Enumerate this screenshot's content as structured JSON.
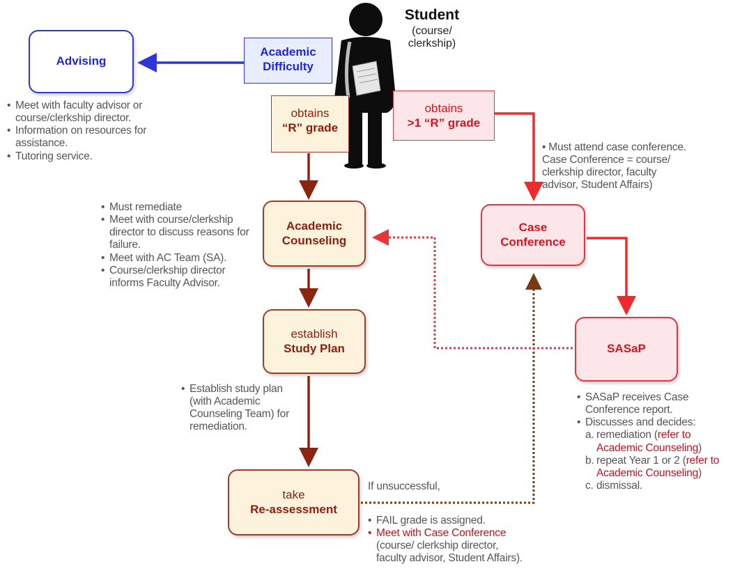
{
  "student": {
    "title": "Student",
    "subtitle_line1": "(course/",
    "subtitle_line2": "clerkship)"
  },
  "advising": {
    "label": "Advising",
    "notes": [
      "Meet with faculty advisor or course/clerkship director.",
      "Information on resources for assistance.",
      "Tutoring service."
    ]
  },
  "academic_difficulty": {
    "line1": "Academic",
    "line2": "Difficulty"
  },
  "r_grade": {
    "line1": "obtains",
    "line2": "“R” grade"
  },
  "multi_r_grade": {
    "line1": "obtains",
    "line2": ">1 “R” grade"
  },
  "case_conference_note": {
    "line1": "Must attend case conference.",
    "line2": "Case Conference  = course/",
    "line3": "clerkship director, faculty",
    "line4": "advisor, Student Affairs)"
  },
  "academic_counseling": {
    "line1": "Academic",
    "line2": "Counseling",
    "notes": [
      "Must remediate",
      "Meet with course/clerkship director to discuss reasons for failure.",
      "Meet with AC Team (SA).",
      "Course/clerkship director informs Faculty Advisor."
    ]
  },
  "case_conference": {
    "line1": "Case",
    "line2": "Conference"
  },
  "study_plan": {
    "line1": "establish",
    "line2": "Study Plan",
    "notes": [
      "Establish study plan (with Academic Counseling Team) for remediation."
    ]
  },
  "sasap": {
    "label": "SASaP",
    "note1": "SASaP receives Case Conference report.",
    "note2": "Discusses and decides:",
    "options": [
      {
        "letter": "a.",
        "text": "remediation (",
        "ref": "refer to Academic Counseling",
        "end": ")"
      },
      {
        "letter": "b.",
        "text": "repeat Year 1 or 2 (",
        "ref": "refer to Academic Counseling",
        "end": ")"
      },
      {
        "letter": "c.",
        "text": "dismissal.",
        "ref": "",
        "end": ""
      }
    ]
  },
  "reassessment": {
    "line1": "take",
    "line2": "Re-assessment",
    "unsuccessful": "If unsuccessful,",
    "note1": "FAIL grade is assigned.",
    "note2_red": "Meet with Case Conference",
    "note2_rest": " (course/ clerkship director, faculty advisor, Student Affairs)."
  },
  "colors": {
    "blue": "#2f35d8",
    "brown": "#8b2512",
    "red": "#ef2a2f",
    "brown_dotted": "#7a3a12",
    "red_dotted": "#e8343c"
  }
}
